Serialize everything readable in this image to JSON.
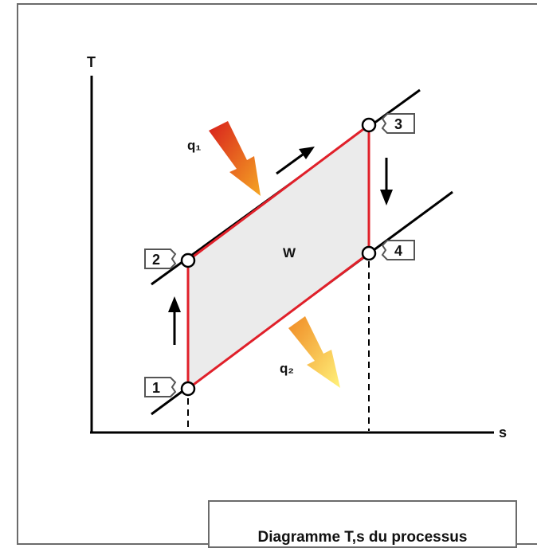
{
  "diagram": {
    "axis_y_label": "T",
    "axis_x_label": "s",
    "work_label": "W",
    "heat_in_label": "q₁",
    "heat_out_label": "q₂",
    "points": [
      "1",
      "2",
      "3",
      "4"
    ],
    "caption": "Diagramme T,s du processus"
  },
  "colors": {
    "cycle_line": "#e0202a",
    "cycle_fill": "#ebebeb",
    "axis": "#000000",
    "box_border": "#6b6b6b",
    "heat_in_arrow": [
      "#d81f1c",
      "#f5a623"
    ],
    "heat_out_arrow": [
      "#f08a24",
      "#fff27a"
    ]
  }
}
